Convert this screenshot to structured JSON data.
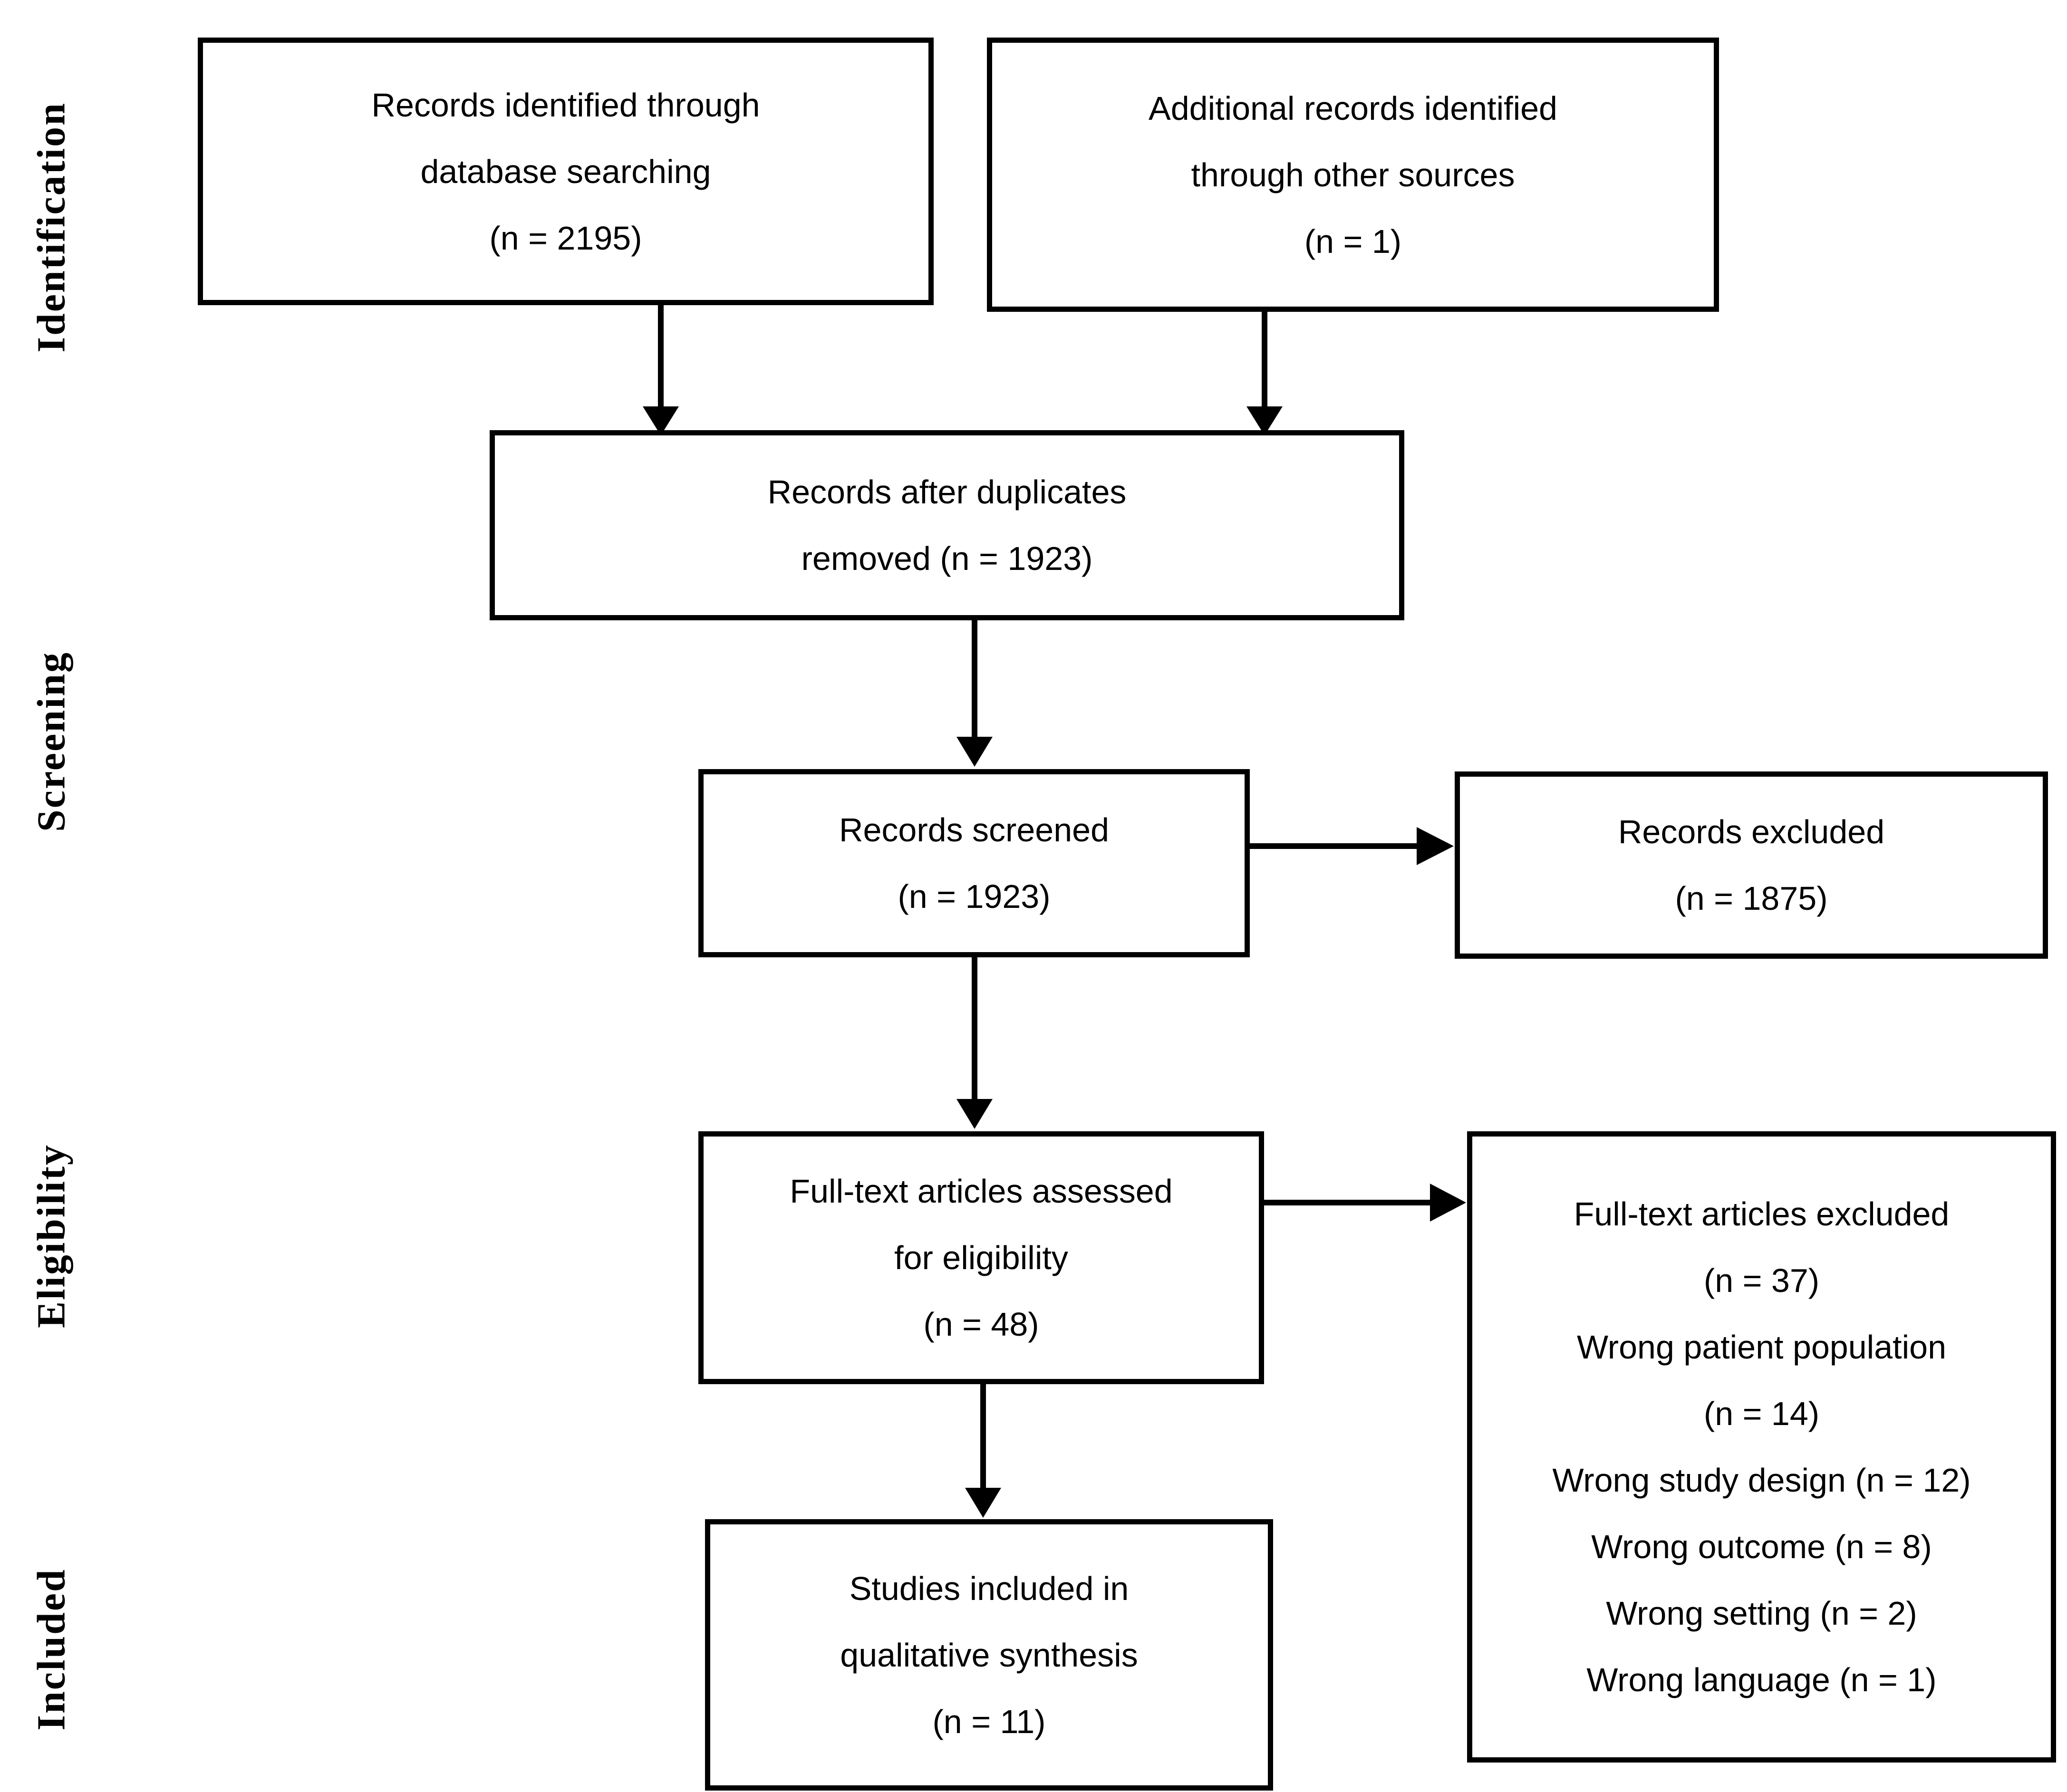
{
  "diagram": {
    "kind": "flow-diagram",
    "colors": {
      "background": "#ffffff",
      "box_border": "#000000",
      "text": "#000000"
    },
    "stage_labels": [
      "Identification",
      "Screening",
      "Eligibility",
      "Included"
    ],
    "boxes": [
      {
        "id": "records-identified",
        "lines": [
          "Records identified through",
          "database searching",
          "(n = 2195)"
        ]
      },
      {
        "id": "additional-records",
        "lines": [
          "Additional records identified",
          "through other sources",
          "(n = 1)"
        ]
      },
      {
        "id": "records-after-duplicates",
        "lines": [
          "Records after duplicates",
          "removed (n = 1923)"
        ]
      },
      {
        "id": "records-screened",
        "lines": [
          "Records screened",
          "(n = 1923)"
        ]
      },
      {
        "id": "records-excluded",
        "lines": [
          "Records excluded",
          "(n = 1875)"
        ]
      },
      {
        "id": "fulltext-assessed",
        "lines": [
          "Full-text articles assessed",
          "for eligibility",
          "(n = 48)"
        ]
      },
      {
        "id": "fulltext-excluded",
        "lines": [
          "Full-text articles excluded",
          "(n = 37)",
          "Wrong patient population",
          "(n = 14)",
          "Wrong study design (n = 12)",
          "Wrong outcome (n = 8)",
          "Wrong setting (n = 2)",
          "Wrong language (n = 1)"
        ]
      },
      {
        "id": "studies-included",
        "lines": [
          "Studies included in",
          "qualitative synthesis",
          "(n = 11)"
        ]
      }
    ]
  }
}
